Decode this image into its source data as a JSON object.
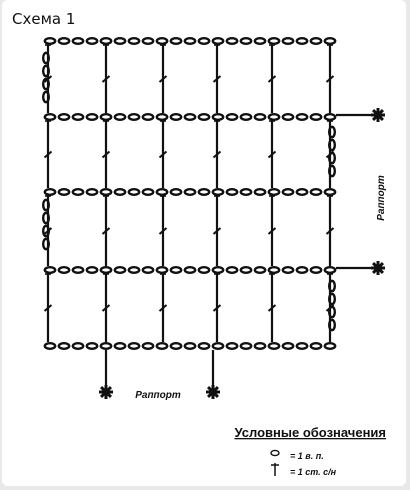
{
  "title": "Схема 1",
  "rapport_side": "Раппорт",
  "rapport_bottom": "Раппорт",
  "legend": {
    "heading": "Условные обозначения",
    "items": [
      {
        "icon": "chain-stitch-icon",
        "text": "= 1 в. п."
      },
      {
        "icon": "double-crochet-icon",
        "text": "= 1 ст. с/н"
      }
    ]
  },
  "colors": {
    "ink": "#111111",
    "background": "#ffffff"
  }
}
